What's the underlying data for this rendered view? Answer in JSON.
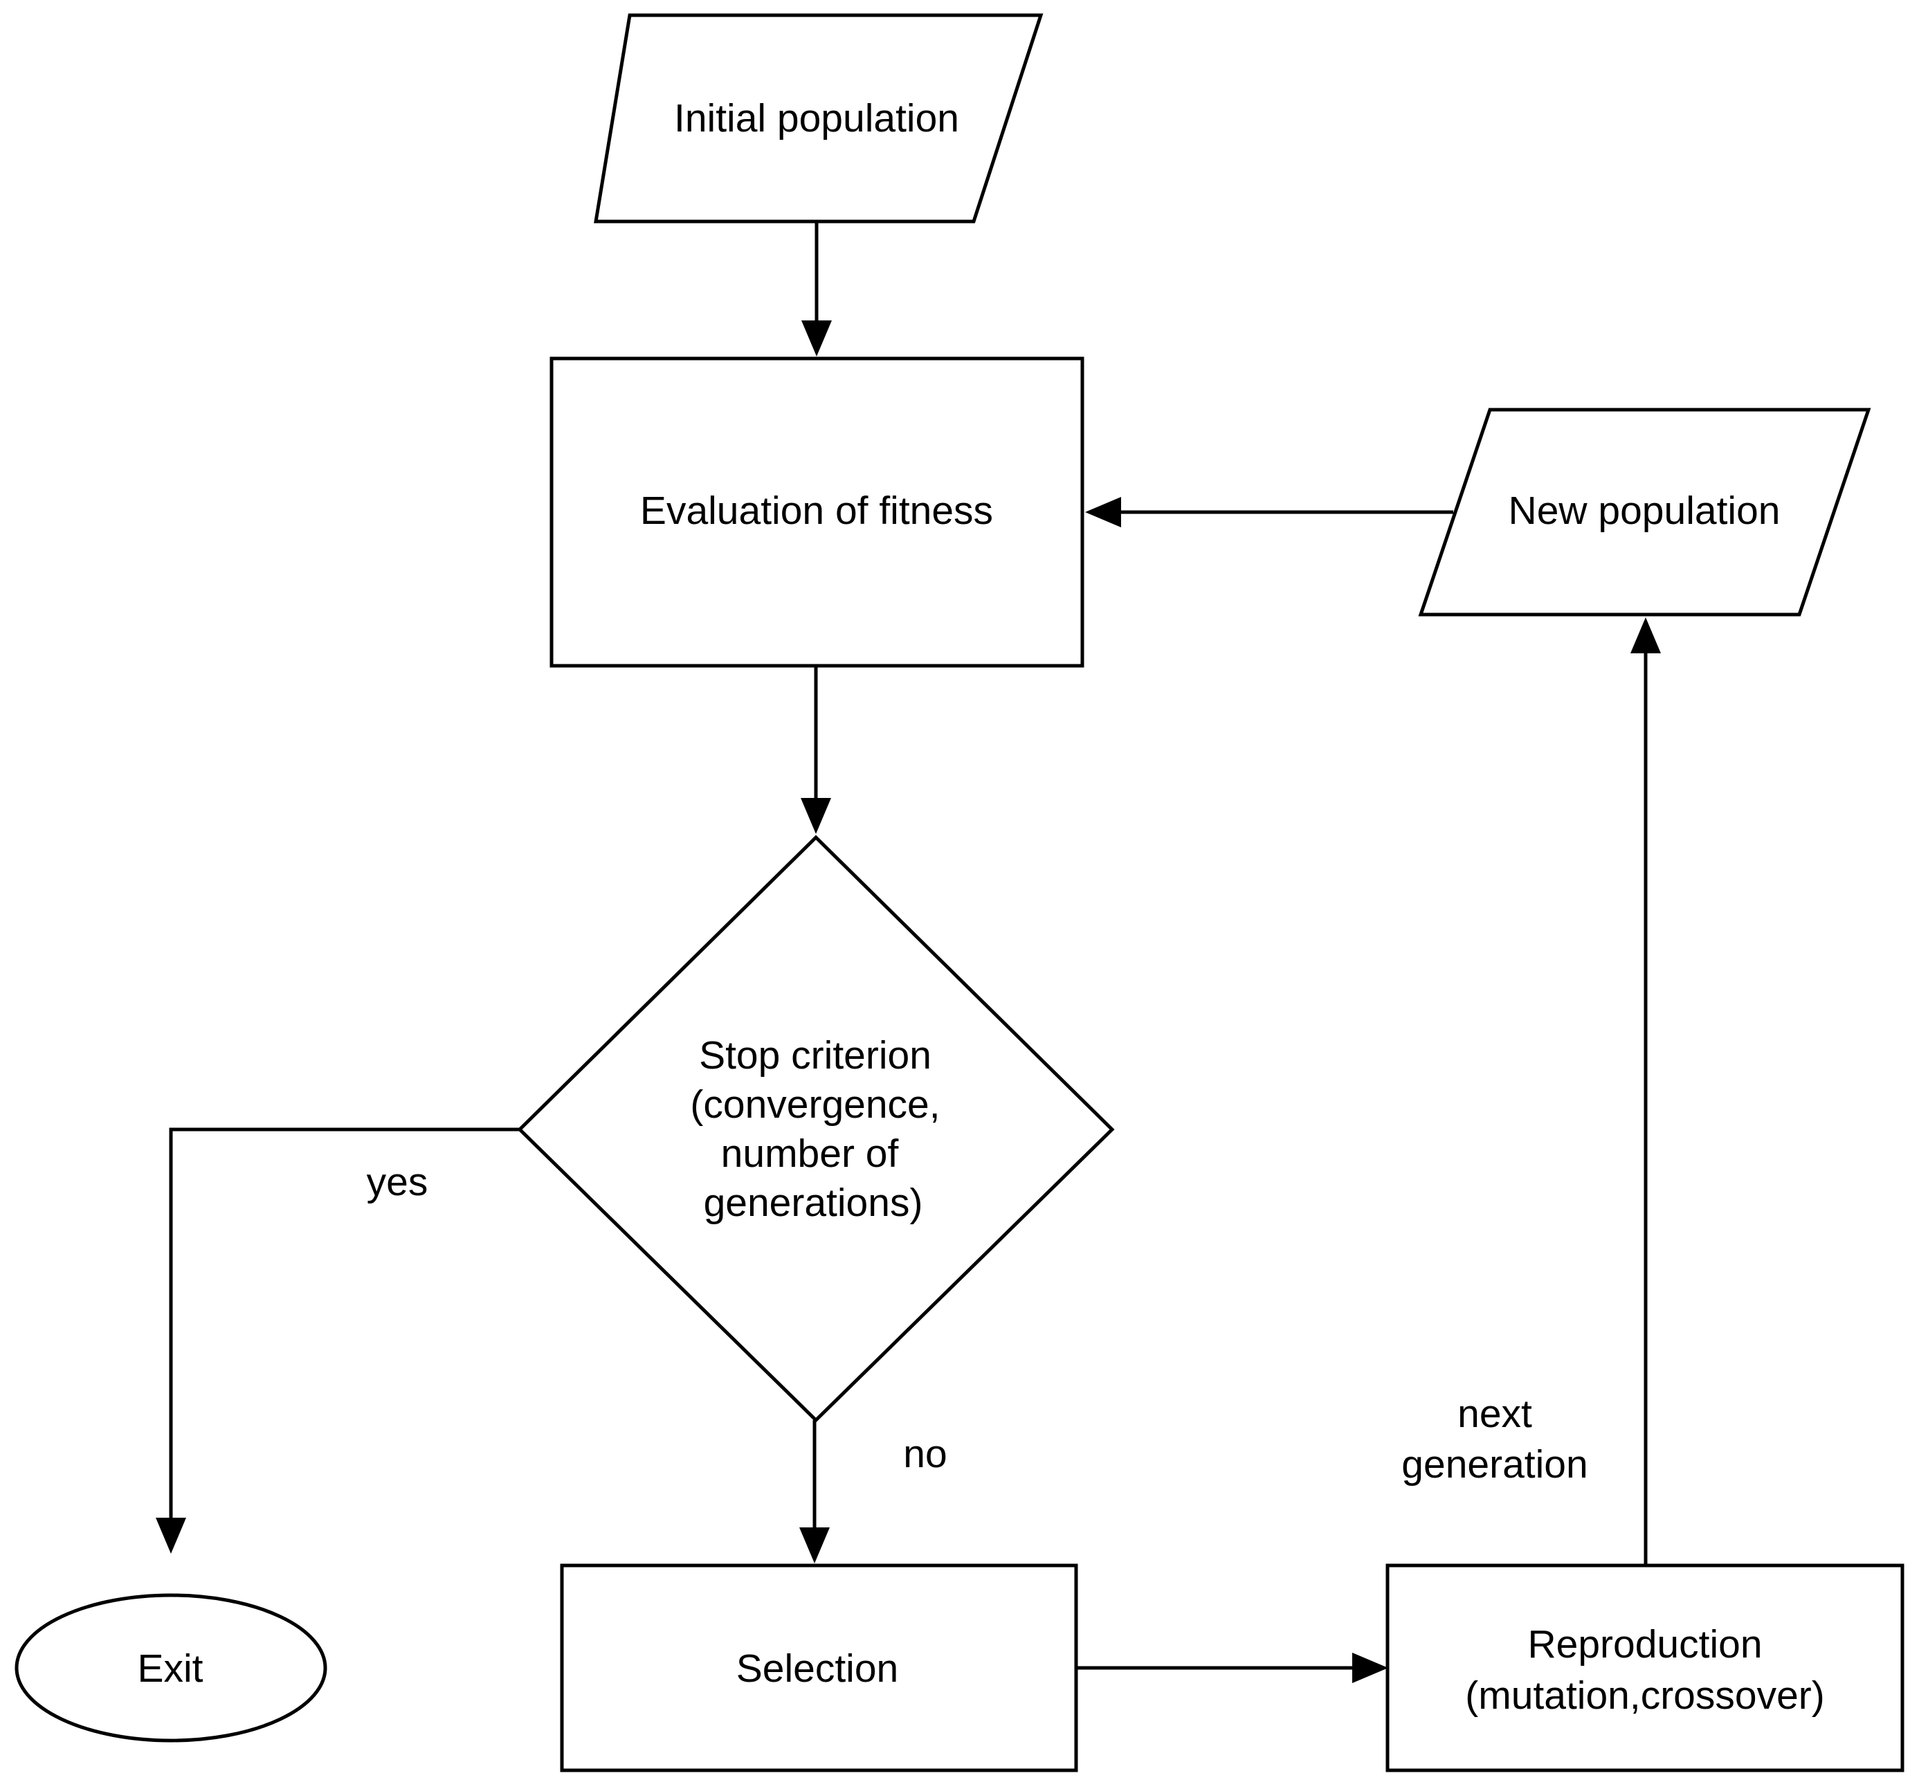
{
  "nodes": {
    "initial_population": {
      "label": "Initial population"
    },
    "evaluation": {
      "label": "Evaluation of fitness"
    },
    "new_population": {
      "label": "New population"
    },
    "stop_criterion": {
      "lines": [
        "Stop criterion",
        "(convergence,",
        "number of",
        "generations)"
      ]
    },
    "exit": {
      "label": "Exit"
    },
    "selection": {
      "label": "Selection"
    },
    "reproduction": {
      "lines": [
        "Reproduction",
        "(mutation,crossover)"
      ]
    }
  },
  "edge_labels": {
    "yes": "yes",
    "no": "no",
    "next_generation": [
      "next",
      "generation"
    ]
  }
}
